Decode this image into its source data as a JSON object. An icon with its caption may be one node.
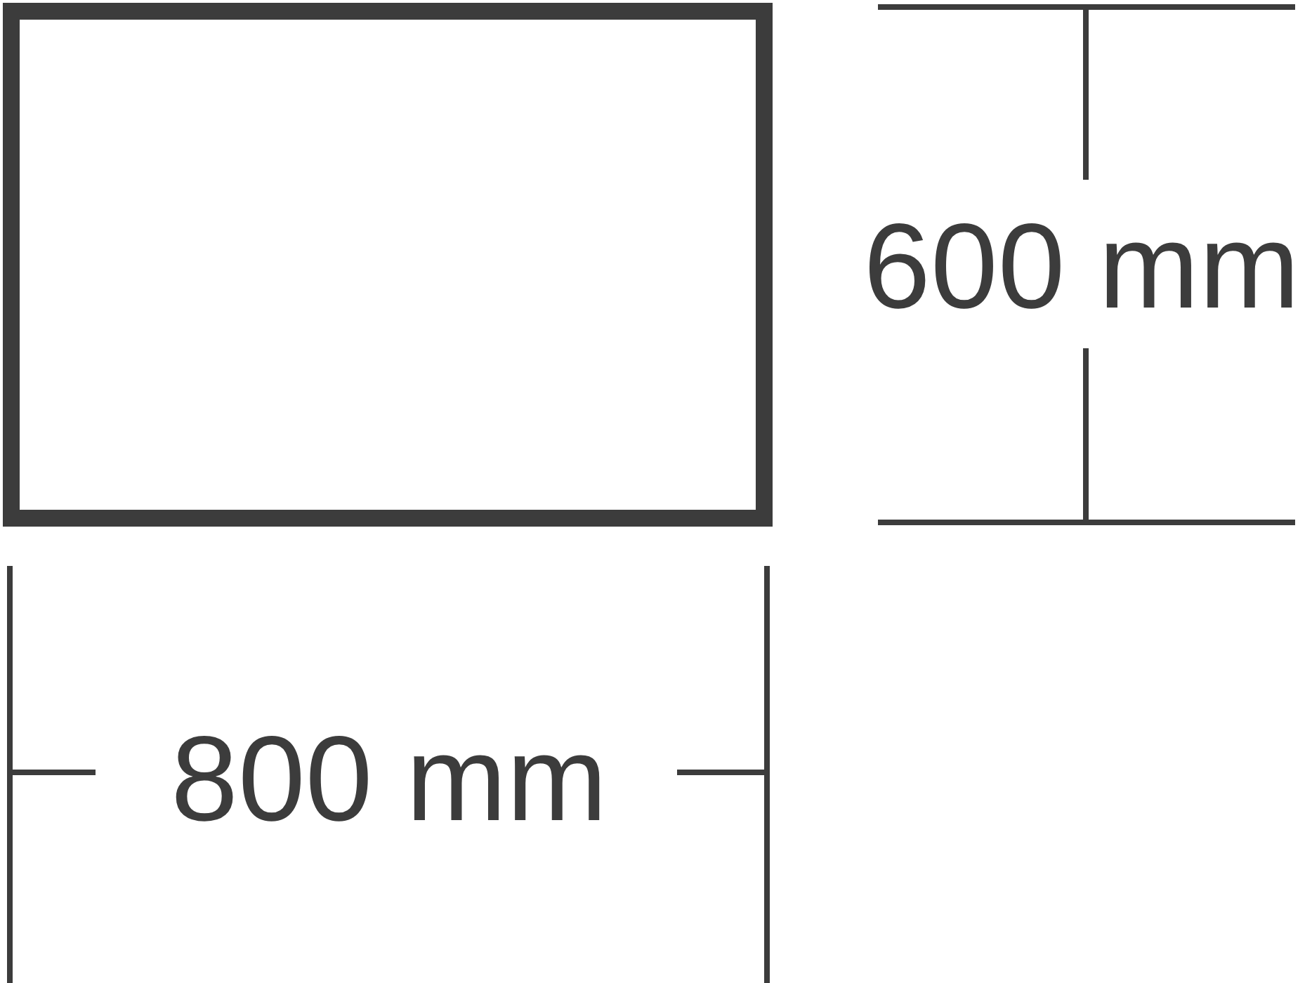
{
  "diagram": {
    "nodes": [
      {
        "text": [],
        "shape": "box"
      }
    ],
    "labels": [
      "600 mm",
      "800 mm"
    ]
  }
}
